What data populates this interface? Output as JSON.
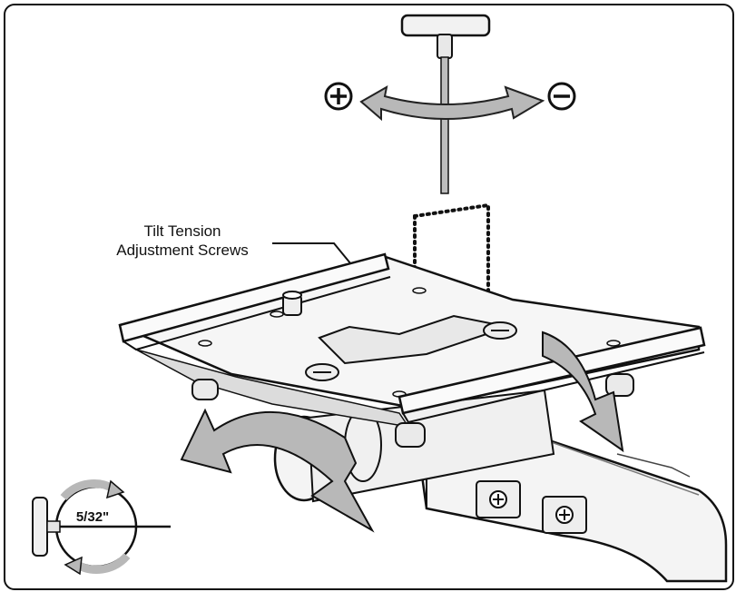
{
  "callout": {
    "line1": "Tilt Tension",
    "line2": "Adjustment Screws"
  },
  "symbols": {
    "tighten": "+",
    "loosen": "−"
  },
  "tool_size": "5/32\"",
  "colors": {
    "outline": "#111111",
    "arrow_fill": "#b8b8b8",
    "part_fill": "#f4f4f4",
    "shadow_fill": "#d6d6d6"
  }
}
